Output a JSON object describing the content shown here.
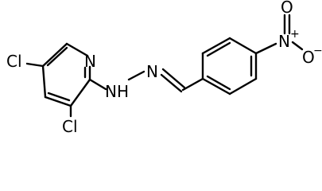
{
  "molecule": {
    "atom_labels": {
      "cl_top": "Cl",
      "cl_bottom": "Cl",
      "n_pyridine": "N",
      "nh": "NH",
      "n_imine": "N",
      "n_nitro": "N",
      "nitro_plus": "+",
      "o_right": "O",
      "o_minus": "−",
      "o_top": "O"
    },
    "colors": {
      "bond": "#000000",
      "text": "#000000",
      "background": "#ffffff"
    }
  }
}
